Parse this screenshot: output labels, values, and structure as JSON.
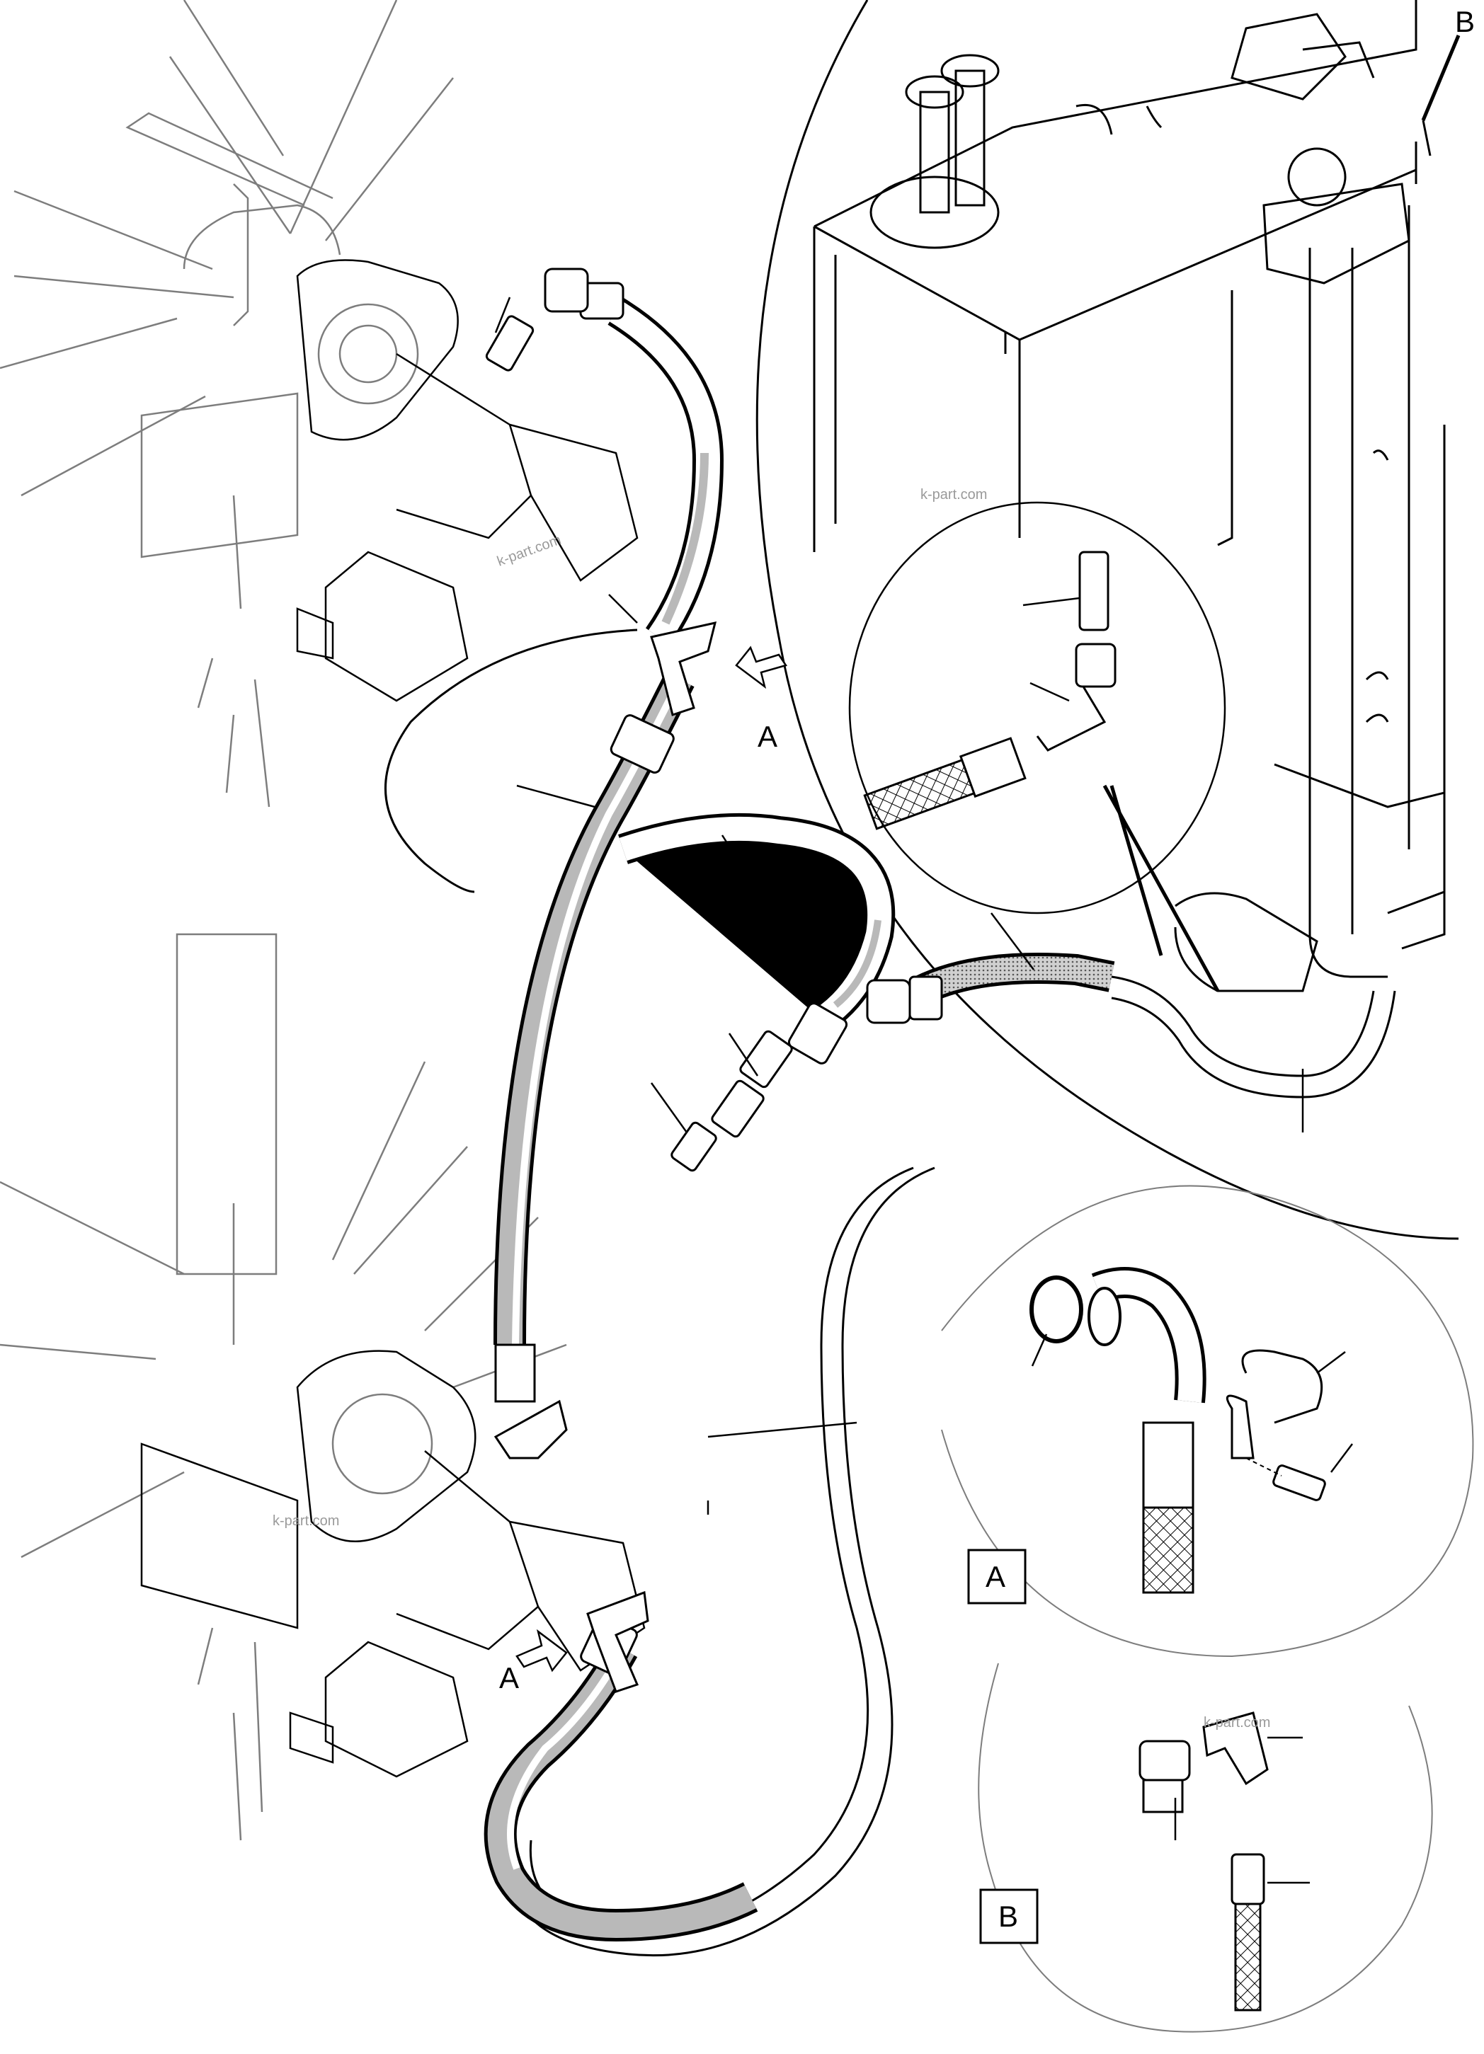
{
  "labels": {
    "a_top": "A",
    "a_bottom": "A",
    "b_top": "B",
    "detail_a_box": "A",
    "detail_b_box": "B"
  },
  "watermarks": [
    "k-part.com",
    "k-part.com",
    "k-part.com",
    "k-part.com"
  ],
  "colors": {
    "ink": "#000000",
    "faint": "#7d7d7d",
    "hose_fill": "#b9b9b9",
    "background": "#ffffff"
  }
}
